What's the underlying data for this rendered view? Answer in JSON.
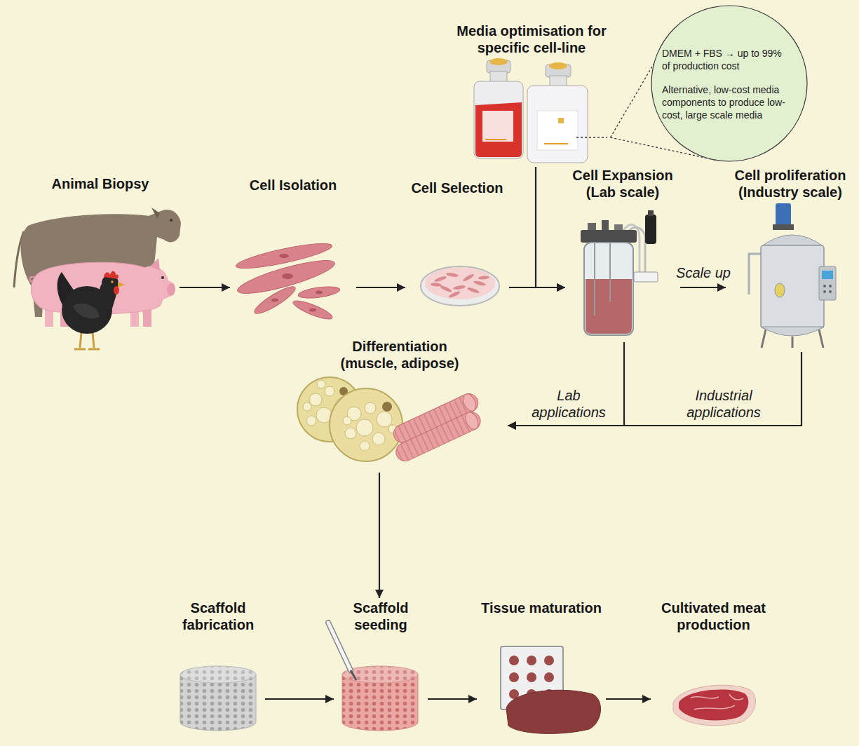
{
  "diagram": {
    "nodes": [
      {
        "text": [
          "Media optimisation for specific cell-line"
        ]
      },
      {
        "text": [
          "DMEM + FBS → up to 99% of production cost",
          "Alternative, low-cost media components to produce low- cost, large scale media"
        ]
      },
      {
        "text": [
          "Animal Biopsy"
        ]
      },
      {
        "text": [
          "Cell Isolation"
        ]
      },
      {
        "text": [
          "Cell Selection"
        ]
      },
      {
        "text": [
          "Cell Expansion (Lab scale)"
        ]
      },
      {
        "text": [
          "Cell proliferation (Industry scale)"
        ]
      },
      {
        "text": [
          "Differentiation (muscle, adipose)"
        ]
      },
      {
        "text": [
          "Scaffold fabrication"
        ]
      },
      {
        "text": [
          "Scaffold seeding"
        ]
      },
      {
        "text": [
          "Tissue maturation"
        ]
      },
      {
        "text": [
          "Cultivated meat production"
        ]
      }
    ],
    "edges": [
      {
        "from": 2,
        "to": 3,
        "arrow": "to"
      },
      {
        "from": 3,
        "to": 4,
        "arrow": "to"
      },
      {
        "from": 4,
        "to": 5,
        "arrow": "to"
      },
      {
        "from": 0,
        "to": 5,
        "arrow": "to"
      },
      {
        "from": 5,
        "to": 6,
        "label": "Scale up",
        "arrow": "to"
      },
      {
        "from": 5,
        "to": 7,
        "label": "Lab applications",
        "arrow": "to"
      },
      {
        "from": 6,
        "to": 7,
        "label": "Industrial applications",
        "arrow": "to"
      },
      {
        "from": 7,
        "to": 9,
        "arrow": "to"
      },
      {
        "from": 8,
        "to": 9,
        "arrow": "to"
      },
      {
        "from": 9,
        "to": 10,
        "arrow": "to"
      },
      {
        "from": 10,
        "to": 11,
        "arrow": "to"
      },
      {
        "from": 0,
        "to": 1,
        "arrow": "none"
      }
    ]
  }
}
